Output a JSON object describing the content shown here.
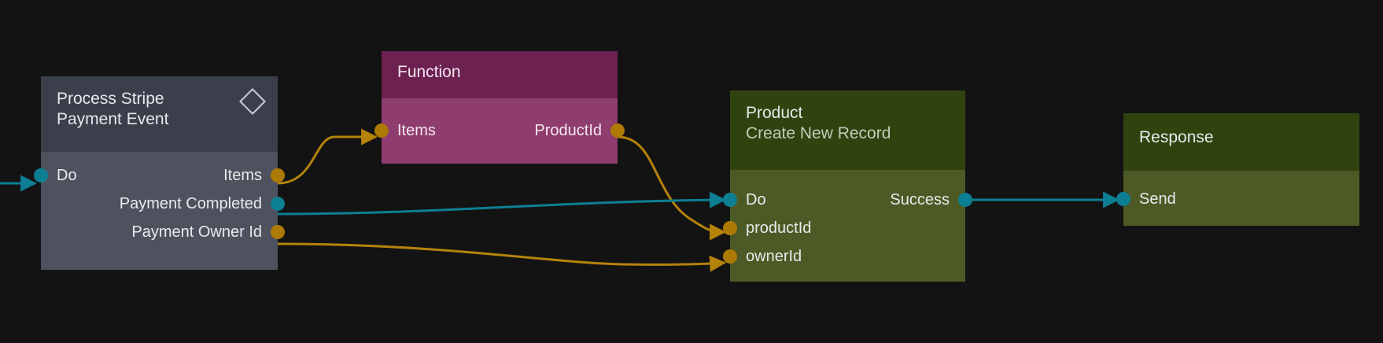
{
  "canvas": {
    "background": "#131313",
    "exec_edge_color": "#0d7f93",
    "data_edge_color": "#b5830a"
  },
  "nodes": [
    {
      "id": "stripe-trigger",
      "title": "Process Stripe\nPayment Event",
      "subtitle": "",
      "header_color": "#3a3f4b",
      "body_color": "#4e525f",
      "icon": "diamond-icon",
      "inputs": [
        {
          "label": "Do",
          "type": "exec"
        }
      ],
      "outputs": [
        {
          "label": "Items",
          "type": "data"
        },
        {
          "label": "Payment Completed",
          "type": "exec"
        },
        {
          "label": "Payment Owner Id",
          "type": "data"
        }
      ]
    },
    {
      "id": "function",
      "title": "Function",
      "subtitle": "",
      "header_color": "#6d2150",
      "body_color": "#8f3d6e",
      "inputs": [
        {
          "label": "Items",
          "type": "data"
        }
      ],
      "outputs": [
        {
          "label": "ProductId",
          "type": "data"
        }
      ]
    },
    {
      "id": "product",
      "title": "Product",
      "subtitle": "Create New Record",
      "header_color": "#30430f",
      "body_color": "#4d5a25",
      "inputs": [
        {
          "label": "Do",
          "type": "exec"
        },
        {
          "label": "productId",
          "type": "data"
        },
        {
          "label": "ownerId",
          "type": "data"
        }
      ],
      "outputs": [
        {
          "label": "Success",
          "type": "exec"
        }
      ]
    },
    {
      "id": "response",
      "title": "Response",
      "subtitle": "",
      "header_color": "#30430f",
      "body_color": "#4d5a25",
      "inputs": [
        {
          "label": "Send",
          "type": "exec"
        }
      ],
      "outputs": []
    }
  ],
  "edges": [
    {
      "from": "external",
      "to": "stripe-trigger.Do",
      "type": "exec"
    },
    {
      "from": "stripe-trigger.Items",
      "to": "function.Items",
      "type": "data"
    },
    {
      "from": "function.ProductId",
      "to": "product.productId",
      "type": "data"
    },
    {
      "from": "stripe-trigger.Payment Completed",
      "to": "product.Do",
      "type": "exec"
    },
    {
      "from": "stripe-trigger.Payment Owner Id",
      "to": "product.ownerId",
      "type": "data"
    },
    {
      "from": "product.Success",
      "to": "response.Send",
      "type": "exec"
    }
  ]
}
